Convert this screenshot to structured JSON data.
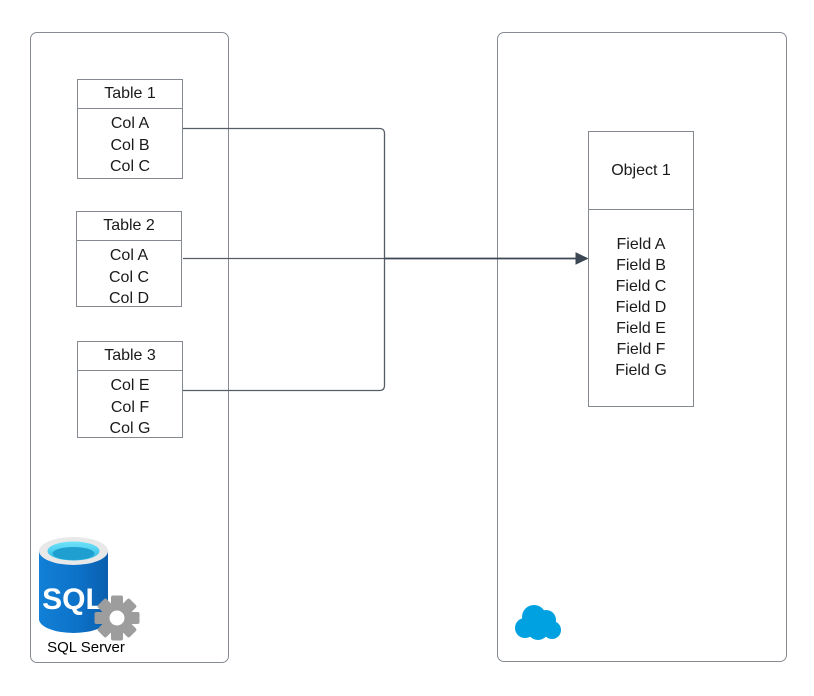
{
  "source": {
    "container": "sql-server-source",
    "tables": [
      {
        "title": "Table 1",
        "rows": [
          "Col A",
          "Col B",
          "Col C"
        ]
      },
      {
        "title": "Table 2",
        "rows": [
          "Col A",
          "Col C",
          "Col D"
        ]
      },
      {
        "title": "Table 3",
        "rows": [
          "Col E",
          "Col F",
          "Col G"
        ]
      }
    ],
    "db_icon": {
      "name": "sql-server-database-icon",
      "text": "SQL",
      "label": "SQL Server"
    }
  },
  "target": {
    "container": "salesforce-target",
    "object": {
      "title": "Object 1",
      "fields": [
        "Field A",
        "Field B",
        "Field C",
        "Field D",
        "Field E",
        "Field F",
        "Field G"
      ]
    },
    "cloud_icon": {
      "name": "salesforce-cloud-icon"
    }
  },
  "connections": {
    "description": "Table 1, Table 2 and Table 3 merge into a single arrow pointing to Object 1",
    "arrow_target": "Object 1"
  },
  "colors": {
    "connector": "#565d66",
    "arrow": "#3d4754",
    "container_border": "#878c93",
    "entity_border": "#84898f",
    "sql_body_blue": "#0d72c9",
    "sql_body_blue_dark": "#0a5fae",
    "sql_rim_gray": "#e8e8e8",
    "sql_top_cyan": "#4cd7f2",
    "sql_top_teal": "#1f9fcf",
    "gear_gray": "#9d9d9d",
    "cloud_blue": "#00a1e0",
    "text": "#1a1a1a"
  }
}
